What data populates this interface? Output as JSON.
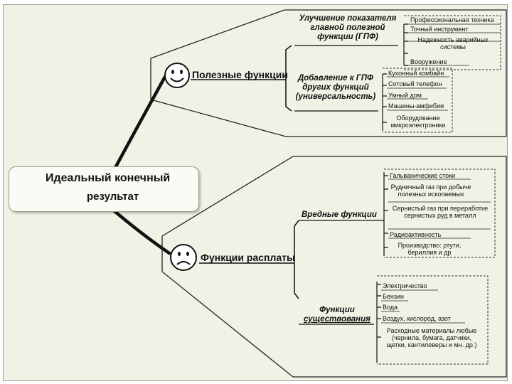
{
  "root": {
    "title": "Идеальный конечный",
    "subtitle": "результат",
    "icon": "thinker-icon"
  },
  "useful": {
    "label": "Полезные функции",
    "icon": "smiley-happy-icon",
    "groups": [
      {
        "lines": [
          "Улучшение показателя",
          "главной полезной",
          "функции (ГПФ)"
        ],
        "items": [
          "Профессиональная техника",
          "Точный инструмент",
          "Надежность аварийных системы",
          "Вооружение"
        ]
      },
      {
        "lines": [
          "Добавление к ГПФ",
          "других функций",
          "(универсальность)"
        ],
        "items": [
          "Кухонный комбайн",
          "Сотовый телефон",
          "Умный дом",
          "Машины-амфибии",
          "Оборудование микроэлектроники"
        ]
      }
    ]
  },
  "costs": {
    "label": "Функции расплаты",
    "icon": "smiley-sad-icon",
    "groups": [
      {
        "lines": [
          "Вредные функции"
        ],
        "items": [
          "Гальванические стоки",
          "Рудничный газ при добыче полезных ископаемых",
          "Сернистый газ при переработке сернистых руд в металл",
          "Радиоактивность",
          "Производство: ртути, бериллия и др"
        ]
      },
      {
        "lines": [
          "Функции",
          "существования"
        ],
        "items": [
          "Электричество",
          "Бензин",
          "Вода",
          "Воздух, кислород, азот",
          "Расходные материалы любые (чернила, бумага, датчики, щетки, кантилеверы и мн. др.)"
        ]
      }
    ]
  }
}
